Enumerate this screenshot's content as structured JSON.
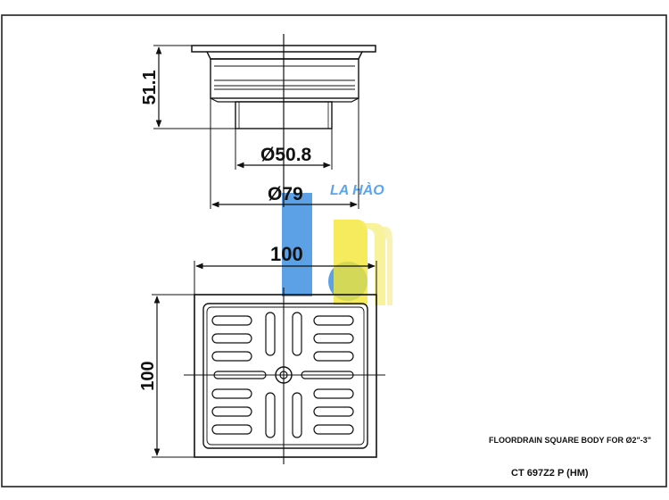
{
  "dimensions": {
    "height_side": "51.1",
    "inner_diameter": "Ø50.8",
    "outer_diameter": "Ø79",
    "width_top": "100",
    "height_left": "100"
  },
  "watermark": {
    "text": "LA HÀO",
    "colors": {
      "blue": "#3f8fe0",
      "light_blue": "#9ec8f0",
      "yellow": "#f2e634",
      "pale_yellow": "#f7f0a0"
    }
  },
  "title_block": {
    "description": "FLOORDRAIN SQUARE BODY",
    "size": "FOR Ø2\"-3\"",
    "model": "CT 697Z2 P (HM)"
  },
  "colors": {
    "line": "#111111",
    "frame": "#222222"
  }
}
